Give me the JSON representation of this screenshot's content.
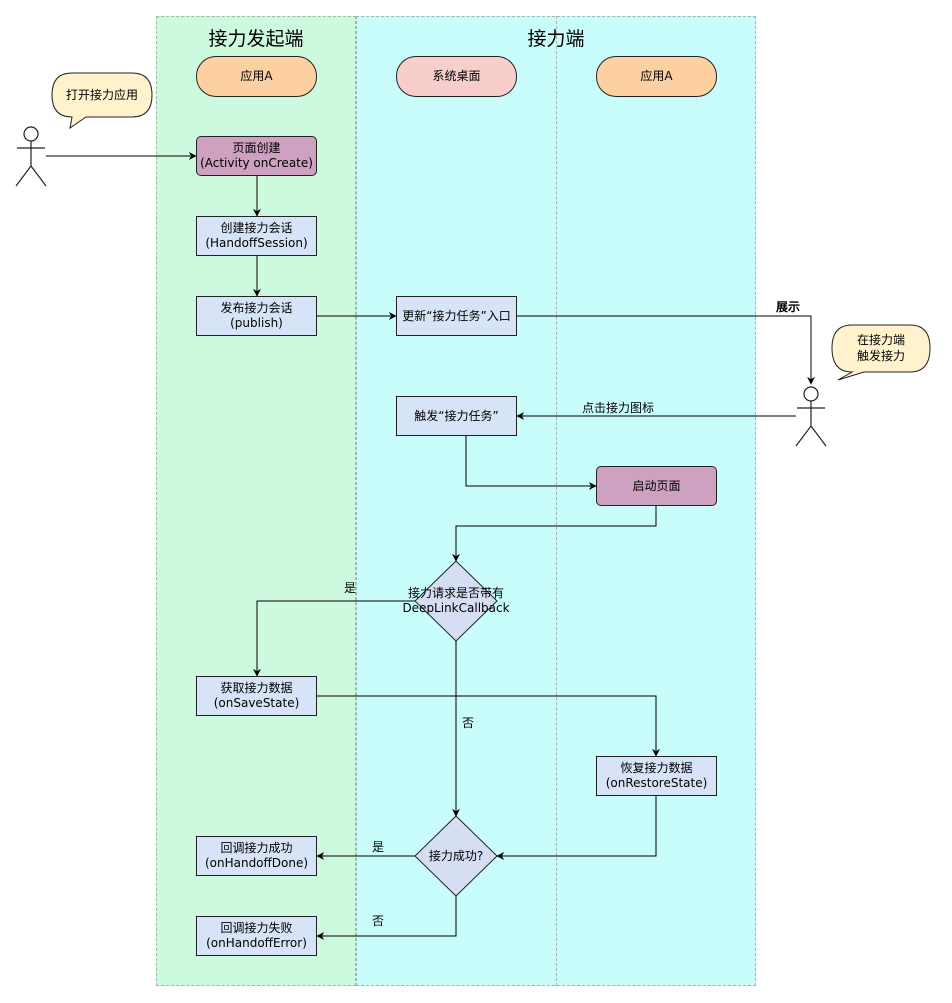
{
  "lanes": {
    "initiator_title": "接力发起端",
    "receiver_title": "接力端"
  },
  "colors": {
    "initiator_lane": "#cdfadf",
    "receiver_lane": "#c8fdfb",
    "app_pill": "#fdd0a2",
    "desktop_pill": "#f8cecc",
    "process_box": "#d7e3f6",
    "page_box": "#cda1bf",
    "decision": "#d5def3",
    "bubble": "#fff2cc"
  },
  "headers": {
    "initiator_app": "应用A",
    "desktop": "系统桌面",
    "receiver_app": "应用A"
  },
  "bubbles": {
    "open_app": "打开接力应用",
    "trigger_line1": "在接力端",
    "trigger_line2": "触发接力"
  },
  "nodes": {
    "page_create": [
      "页面创建",
      "(Activity onCreate)"
    ],
    "create_session": [
      "创建接力会话",
      "(HandoffSession)"
    ],
    "publish": [
      "发布接力会话",
      "(publish)"
    ],
    "update_entry": "更新“接力任务”入口",
    "trigger_task": "触发“接力任务”",
    "start_page": "启动页面",
    "has_callback": [
      "接力请求是否带有",
      "DeepLinkCallback"
    ],
    "get_data": [
      "获取接力数据",
      "(onSaveState)"
    ],
    "restore_data": [
      "恢复接力数据",
      "(onRestoreState)"
    ],
    "success_check": "接力成功?",
    "done": [
      "回调接力成功",
      "(onHandoffDone)"
    ],
    "error": [
      "回调接力失败",
      "(onHandoffError)"
    ]
  },
  "edge_labels": {
    "show": "展示",
    "click_icon": "点击接力图标",
    "yes1": "是",
    "no1": "否",
    "yes2": "是",
    "no2": "否"
  }
}
